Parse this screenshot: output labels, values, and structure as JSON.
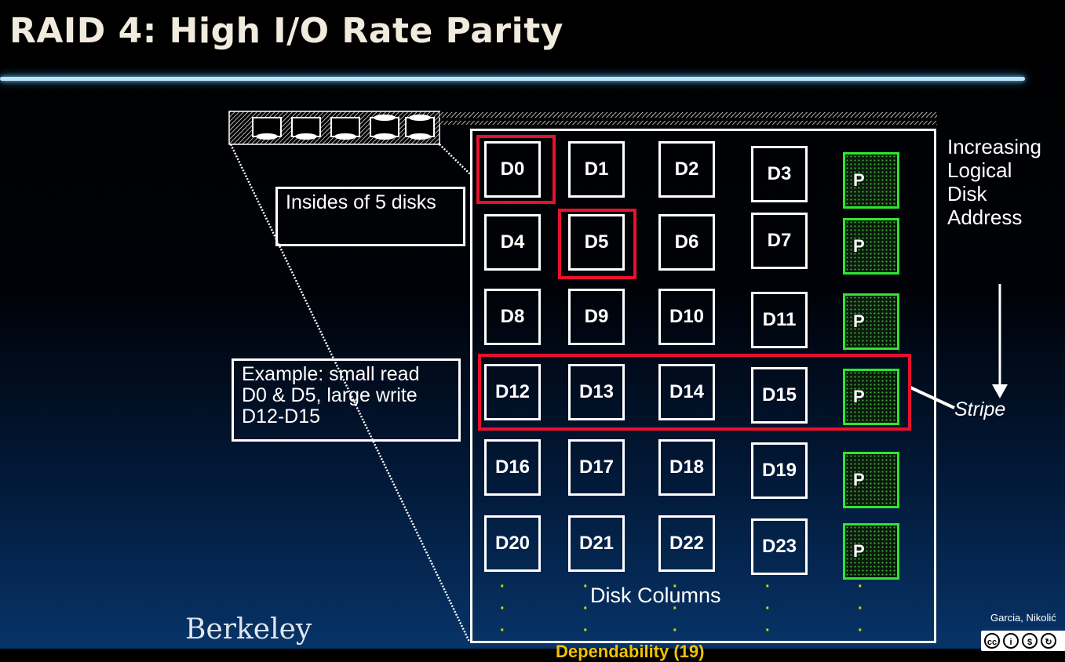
{
  "slide": {
    "title": "RAID 4: High I/O Rate Parity",
    "logo_text": "Berkeley",
    "footer_center": "Dependability (19)",
    "footer_right": "Garcia, Nikolić",
    "cc_icons": [
      "cc-icon",
      "by-icon",
      "nc-icon",
      "sa-icon"
    ]
  },
  "diagram": {
    "callout_insides": "Insides of 5 disks",
    "callout_example_lines": [
      "Example: small read",
      "D0 & D5, large write",
      "D12-D15"
    ],
    "side_label_lines": [
      "Increasing",
      "Logical",
      "Disk",
      "Address"
    ],
    "stripe_label": "Stripe",
    "columns_label": "Disk Columns",
    "parity_label": "P",
    "rows": [
      [
        "D0",
        "D1",
        "D2",
        "D3",
        "P"
      ],
      [
        "D4",
        "D5",
        "D6",
        "D7",
        "P"
      ],
      [
        "D8",
        "D9",
        "D10",
        "D11",
        "P"
      ],
      [
        "D12",
        "D13",
        "D14",
        "D15",
        "P"
      ],
      [
        "D16",
        "D17",
        "D18",
        "D19",
        "P"
      ],
      [
        "D20",
        "D21",
        "D22",
        "D23",
        "P"
      ]
    ],
    "highlighted_blocks": [
      "D0",
      "D5"
    ],
    "highlighted_stripe": [
      "D12",
      "D13",
      "D14",
      "D15",
      "P"
    ],
    "colors": {
      "highlight": "#e8112d",
      "parity_border": "#2ee62e",
      "title_text": "#f0ebdc",
      "title_rule": "#bfe3f5",
      "footer_center": "#f2c100"
    }
  }
}
